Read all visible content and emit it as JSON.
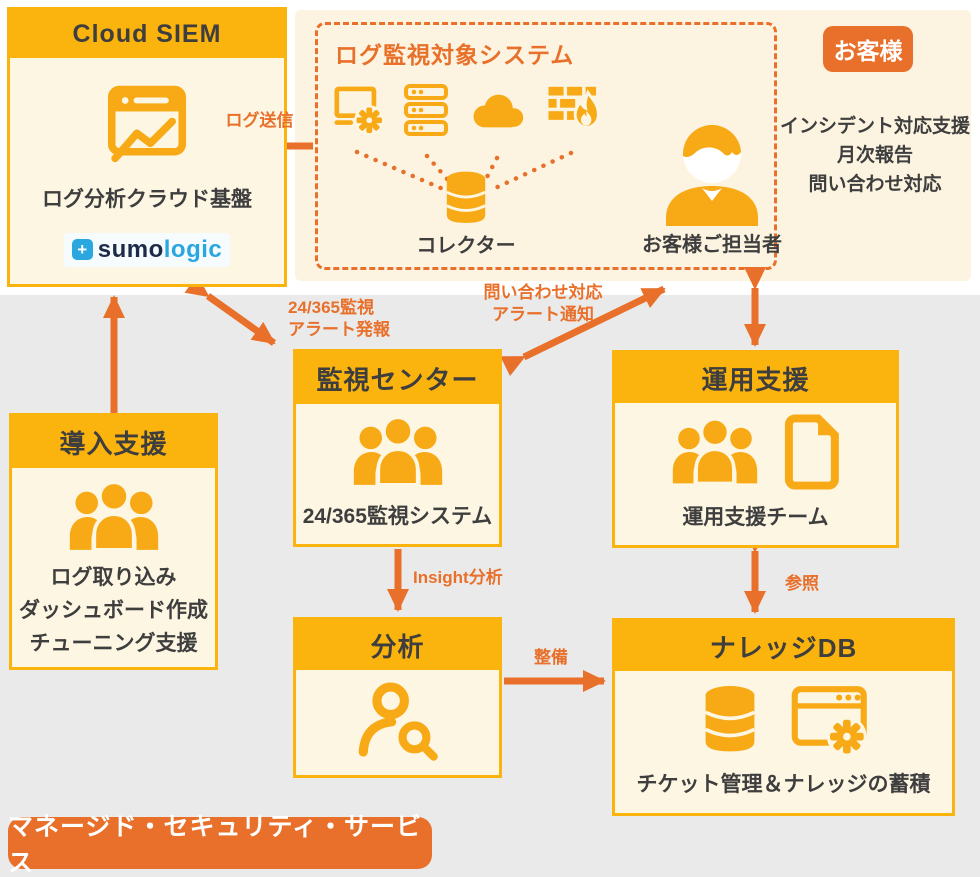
{
  "colors": {
    "amber": "#FBB30E",
    "icon_amber": "#F7AA16",
    "orange": "#E8702A",
    "cream": "#FDF6E3",
    "gray_band": "#EAEAEA",
    "dark_text": "#3E3E3E",
    "logo_navy": "#1D2B49",
    "logo_blue": "#2AA7DF"
  },
  "cloud_siem": {
    "title": "Cloud SIEM",
    "subtitle": "ログ分析クラウド基盤",
    "logo": {
      "plus": "+",
      "word1": "sumo",
      "word2": "logic"
    }
  },
  "customer_zone": {
    "badge": "お客様",
    "monitored_box": {
      "title": "ログ監視対象システム",
      "collector_label": "コレクター",
      "icons": [
        "monitor-gear-icon",
        "server-icon",
        "cloud-icon",
        "firewall-icon"
      ]
    },
    "contact_label": "お客様ご担当者",
    "support_lines": [
      "インシデント対応支援",
      "月次報告",
      "問い合わせ対応"
    ]
  },
  "nodes": {
    "donyu": {
      "title": "導入支援",
      "lines": [
        "ログ取り込み",
        "ダッシュボード作成",
        "チューニング支援"
      ]
    },
    "kanshi": {
      "title": "監視センター",
      "label": "24/365監視システム"
    },
    "unyo": {
      "title": "運用支援",
      "label": "運用支援チーム"
    },
    "bunseki": {
      "title": "分析"
    },
    "knowledge": {
      "title": "ナレッジDB",
      "label": "チケット管理＆ナレッジの蓄積"
    }
  },
  "arrows": {
    "log_send": "ログ送信",
    "monitor_line1": "24/365監視",
    "monitor_line2": "アラート発報",
    "inquiry_line1": "問い合わせ対応",
    "inquiry_line2": "アラート通知",
    "insight": "Insight分析",
    "seibi": "整備",
    "sansho": "参照"
  },
  "footer_badge": "マネージド・セキュリティ・サービス"
}
